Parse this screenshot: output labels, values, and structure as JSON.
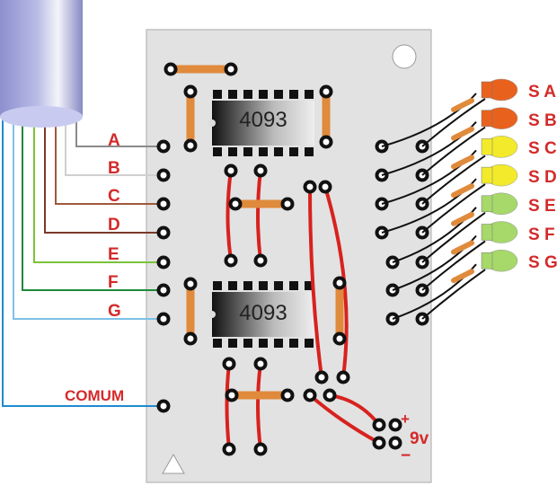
{
  "ic_label": "4093",
  "inputs": [
    {
      "label": "A",
      "color": "#8a8a8a"
    },
    {
      "label": "B",
      "color": "#cfcfcf"
    },
    {
      "label": "C",
      "color": "#a0583a"
    },
    {
      "label": "D",
      "color": "#7a3a2a"
    },
    {
      "label": "E",
      "color": "#7cc23a"
    },
    {
      "label": "F",
      "color": "#1f8a3a"
    },
    {
      "label": "G",
      "color": "#7ec0e8"
    }
  ],
  "common": {
    "label": "COMUM",
    "color": "#1e8ad0"
  },
  "outputs": [
    {
      "label": "S A",
      "led_color": "#e8621e"
    },
    {
      "label": "S B",
      "led_color": "#e8621e"
    },
    {
      "label": "S C",
      "led_color": "#f2ea2a"
    },
    {
      "label": "S D",
      "led_color": "#f2ea2a"
    },
    {
      "label": "S E",
      "led_color": "#a6d86a"
    },
    {
      "label": "S F",
      "led_color": "#a6d86a"
    },
    {
      "label": "S G",
      "led_color": "#a6d86a"
    }
  ],
  "power": {
    "label": "9v",
    "plus": "+",
    "minus": "−"
  },
  "colors": {
    "board": "#e2e2e2",
    "jumper": "#d8221e",
    "resistor": "#e08a3c",
    "label": "#d42a2a"
  }
}
